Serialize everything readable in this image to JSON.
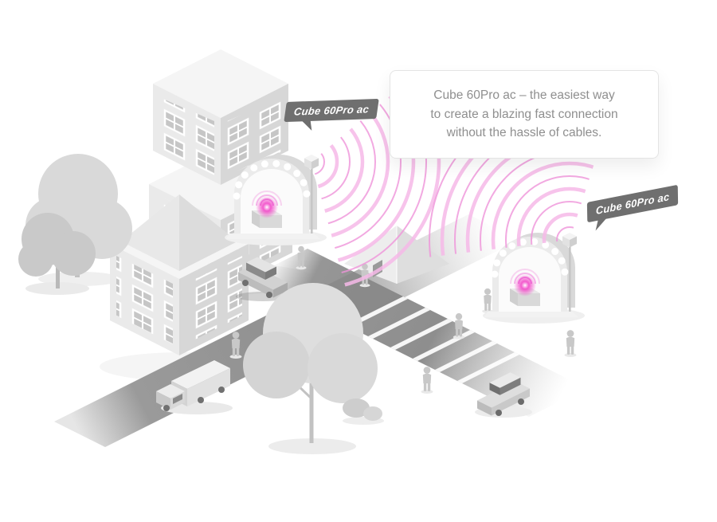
{
  "callout": {
    "lines": [
      "Cube 60Pro ac – the easiest way",
      "to create a blazing fast connection",
      "without the hassle of cables."
    ]
  },
  "devices": [
    {
      "label": "Cube 60Pro ac"
    },
    {
      "label": "Cube 60Pro ac"
    }
  ],
  "colors": {
    "background": "#ffffff",
    "accent_pink": "#e93ec9",
    "signal_pink_light": "#f6b9e7",
    "signal_pink_dark": "#ef93da",
    "label_bg": "#6f6f6f",
    "label_text": "#ffffff",
    "callout_text": "#8f8f8f",
    "callout_border": "#e4e4e4",
    "road_gray": "#8e8e8e",
    "building_gray": "#dfdfdf"
  }
}
